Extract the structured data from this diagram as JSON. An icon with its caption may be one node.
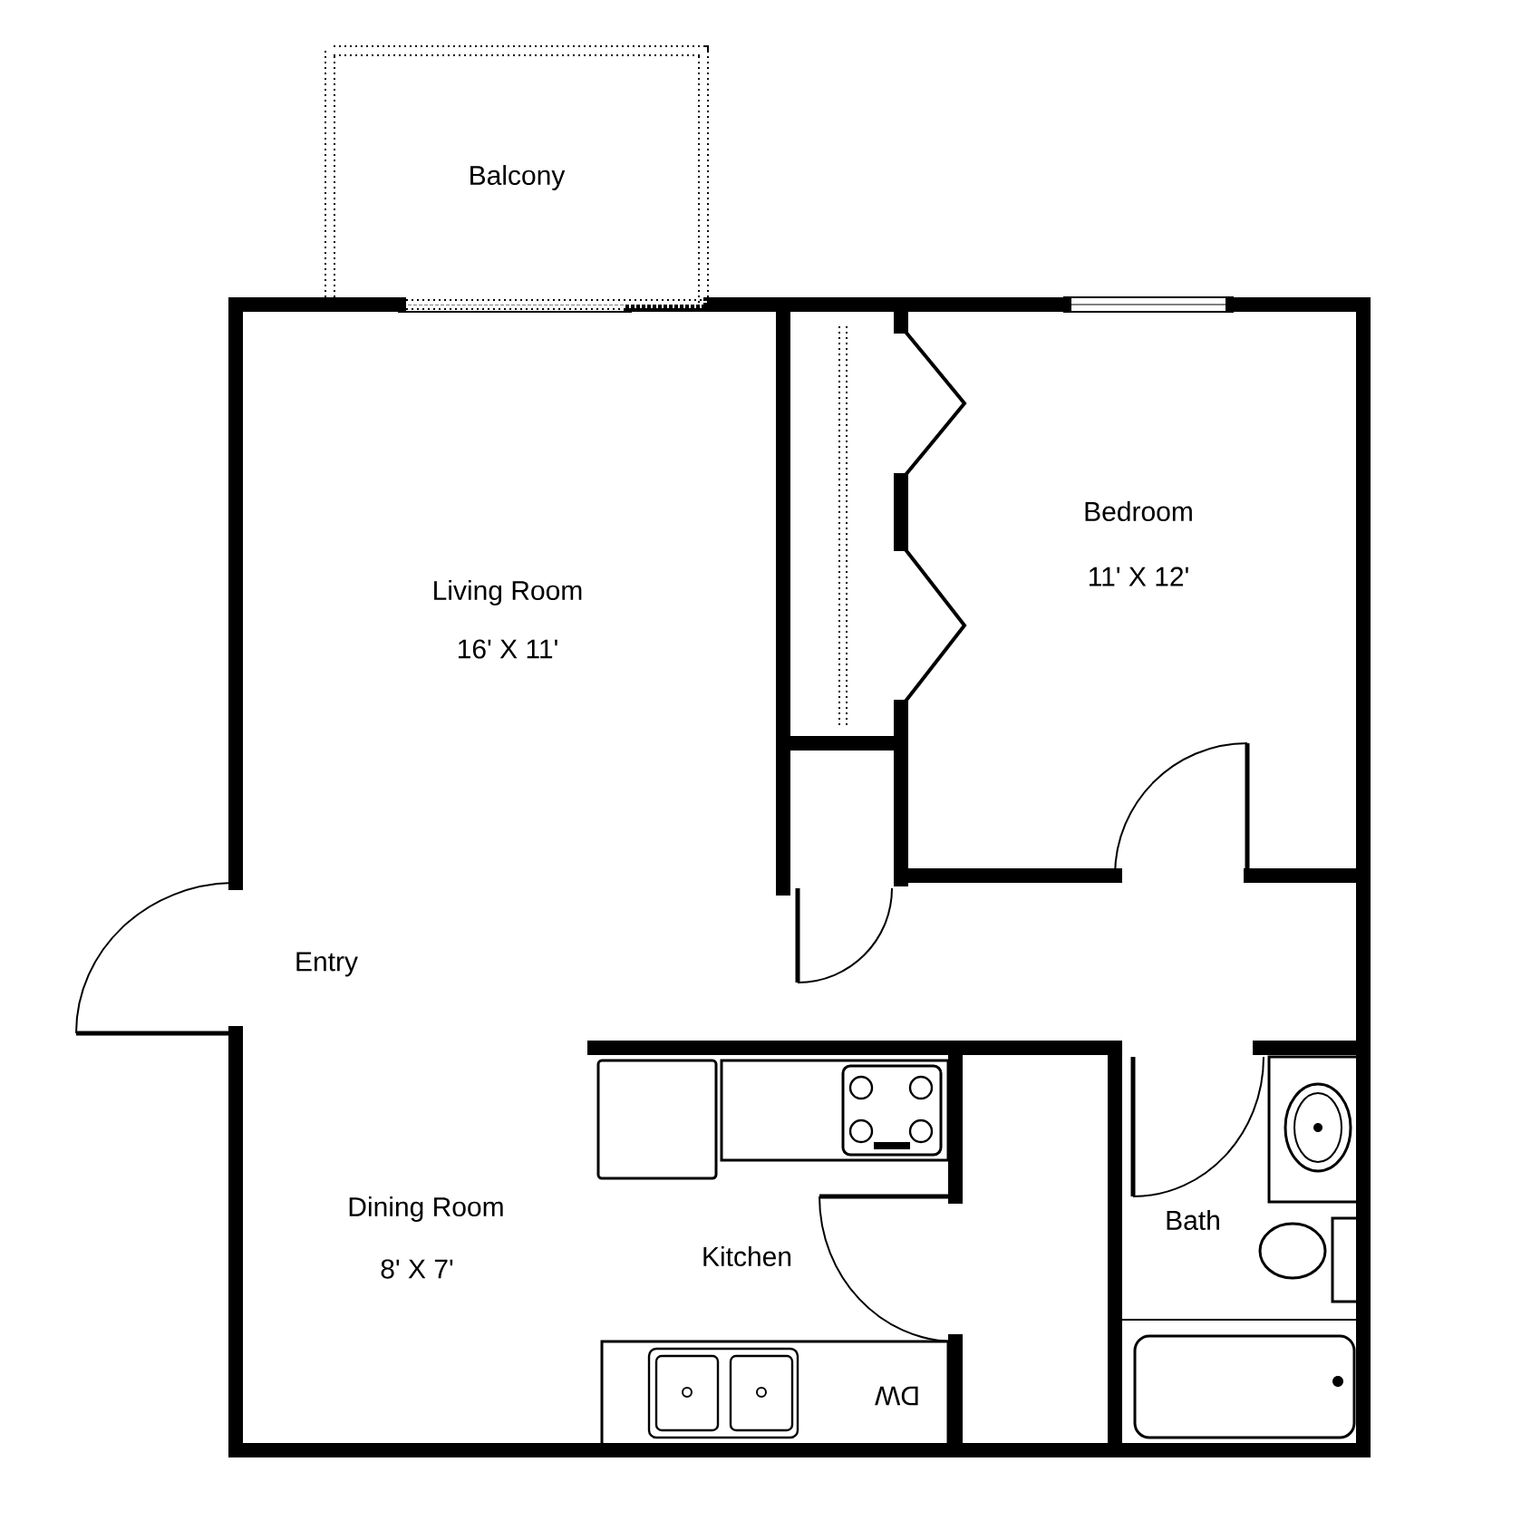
{
  "diagram": {
    "nodes": [
      {
        "text": [
          "Balcony"
        ]
      }
    ],
    "labels": [
      "Bedroom",
      "11' X 12'",
      "Living Room",
      "16' X 11'",
      "Entry",
      "Dining Room",
      "Bath",
      "8' X 7'",
      "Kitchen",
      "DW"
    ]
  }
}
